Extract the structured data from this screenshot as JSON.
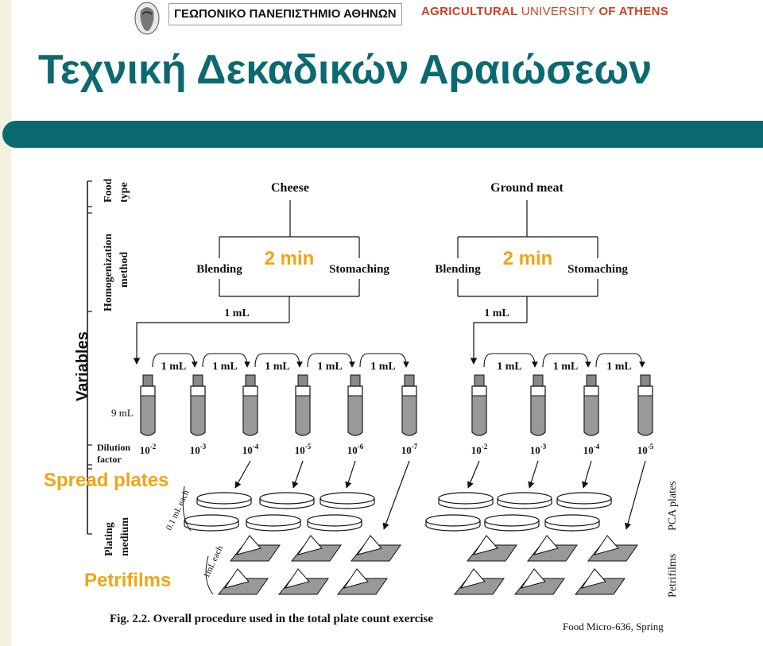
{
  "header": {
    "university_greek": "ΓΕΩΠΟΝΙΚΟ ΠΑΝΕΠΙΣΤΗΜΙΟ ΑΘΗΝΩΝ",
    "university_en_part1": "AGRICULTURAL",
    "university_en_part2": "UNIVERSITY",
    "university_en_part3": "OF",
    "university_en_part4": "ATHENS"
  },
  "title": "Τεχνική Δεκαδικών Αραιώσεων",
  "colors": {
    "title": "#0b6a70",
    "accent_orange": "#f2a414",
    "header_red": "#d04020"
  },
  "diagram": {
    "variables_label": "Variables",
    "row_labels": {
      "food_type_1": "Food",
      "food_type_2": "type",
      "homog_1": "Homogenization",
      "homog_2": "method",
      "dilution_1": "Dilution",
      "dilution_2": "factor",
      "plating_1": "Plating",
      "plating_2": "medium"
    },
    "food_types": [
      "Cheese",
      "Ground meat"
    ],
    "methods": [
      "Blending",
      "Stomaching"
    ],
    "time_label": "2 min",
    "transfer_volume": "1 mL",
    "diluent_volume": "9 mL",
    "dilution_base": "10",
    "cheese_exponents": [
      "-2",
      "-3",
      "-4",
      "-5",
      "-6",
      "-7"
    ],
    "meat_exponents": [
      "-2",
      "-3",
      "-4",
      "-5"
    ],
    "spread_plates_label": "Spread plates",
    "petrifilms_label": "Petrifilms",
    "spread_each": "0.1 mL each",
    "petrifilm_each": "1mL each",
    "pca_plates": "PCA plates",
    "petrifilms_side": "Petrifilms",
    "caption": "Fig. 2.2.  Overall procedure used in the total plate count exercise",
    "source": "Food Micro-636, Spring"
  }
}
